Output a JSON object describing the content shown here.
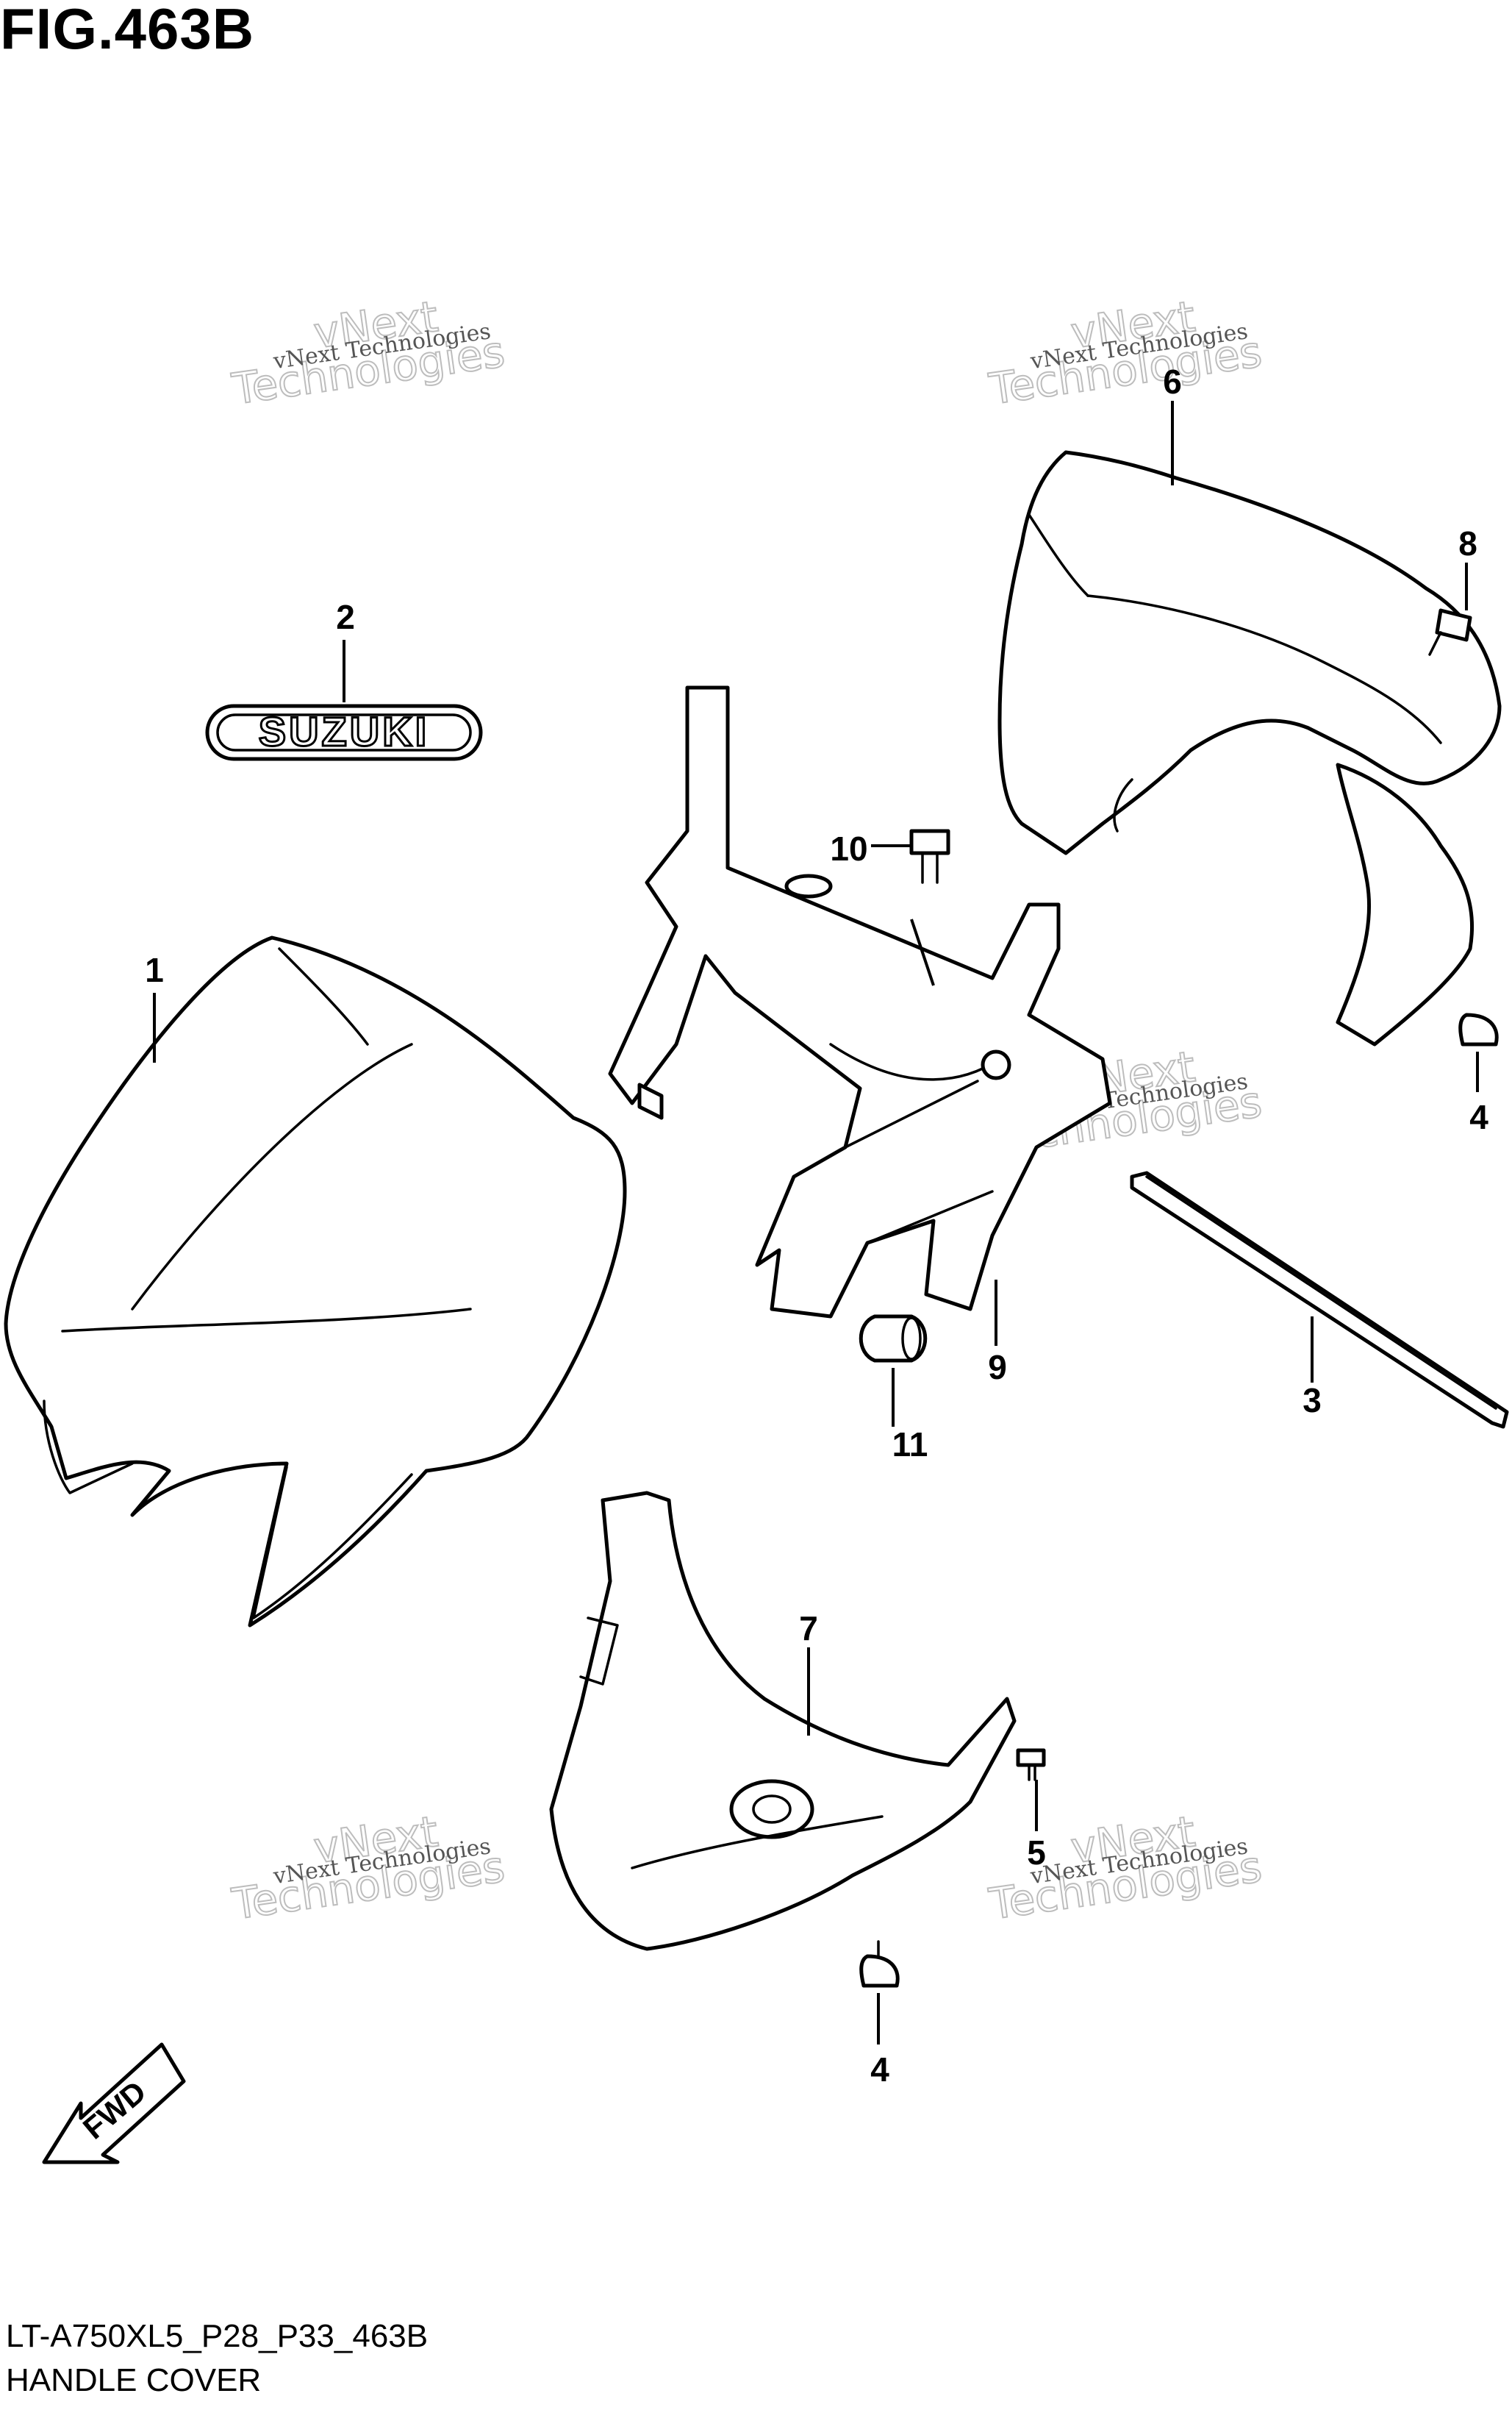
{
  "figure": {
    "title": "FIG.463B",
    "model_code": "LT-A750XL5_P28_P33_463B",
    "section_name": "HANDLE COVER"
  },
  "emblem_text": "SUZUKI",
  "fwd_arrow_text": "FWD",
  "callouts": [
    {
      "id": "1",
      "label": "1"
    },
    {
      "id": "2",
      "label": "2"
    },
    {
      "id": "3",
      "label": "3"
    },
    {
      "id": "4a",
      "label": "4"
    },
    {
      "id": "4b",
      "label": "4"
    },
    {
      "id": "5",
      "label": "5"
    },
    {
      "id": "6",
      "label": "6"
    },
    {
      "id": "7",
      "label": "7"
    },
    {
      "id": "8",
      "label": "8"
    },
    {
      "id": "9",
      "label": "9"
    },
    {
      "id": "10",
      "label": "10"
    },
    {
      "id": "11",
      "label": "11"
    }
  ],
  "watermark": {
    "line1": "vNext Technologies",
    "line2": "vNext",
    "line3": "Technologies"
  }
}
